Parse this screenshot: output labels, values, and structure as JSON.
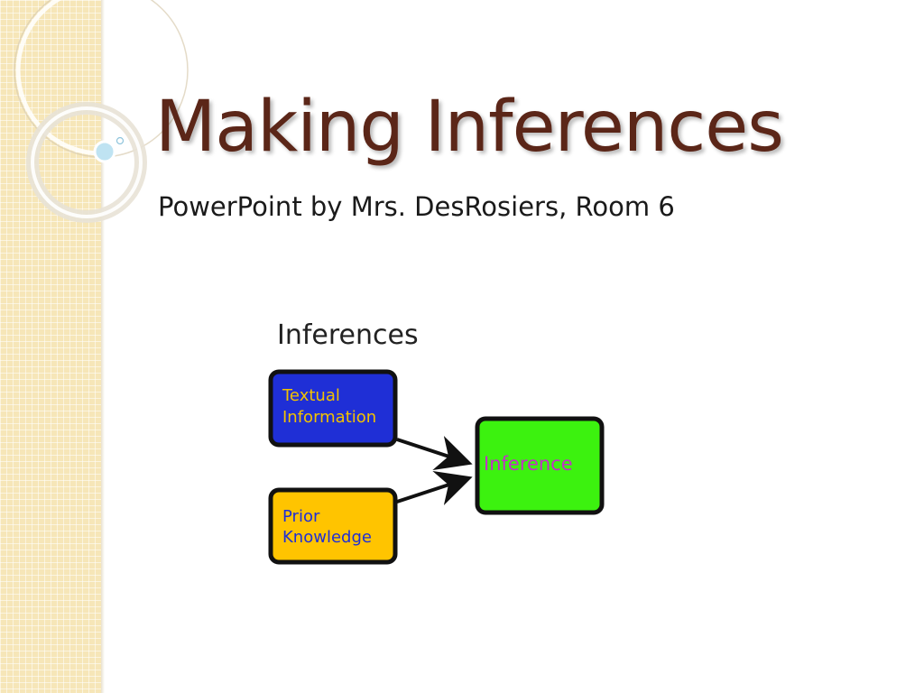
{
  "slide": {
    "title": "Making Inferences",
    "subtitle": "PowerPoint by Mrs. DesRosiers, Room 6"
  },
  "diagram": {
    "heading": "Inferences",
    "textual_box": {
      "line1": "Textual",
      "line2": "Information",
      "fill": "#1f2fd6",
      "text_color": "#f2c200"
    },
    "prior_box": {
      "line1": "Prior",
      "line2": "Knowledge",
      "fill": "#ffc400",
      "text_color": "#1f2fd6"
    },
    "inference_box": {
      "label": "Inference",
      "fill": "#3cf20f",
      "text_color": "#c430c8"
    }
  },
  "colors": {
    "title": "#5b2618",
    "strip": "#f6e6b8",
    "bubble": "#bfe3f2"
  }
}
